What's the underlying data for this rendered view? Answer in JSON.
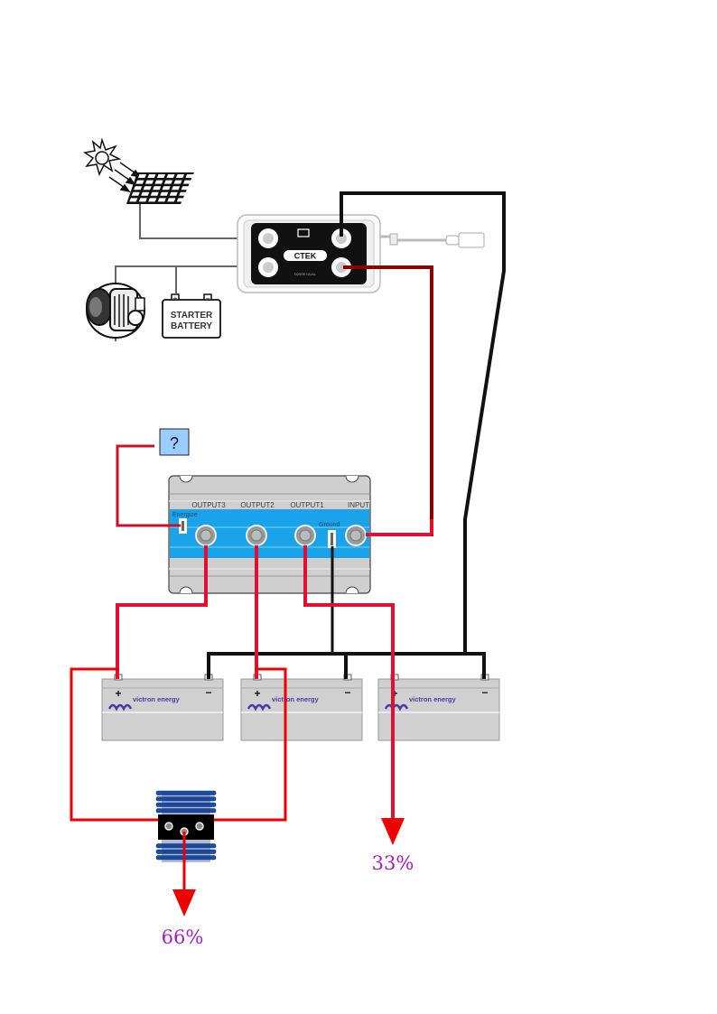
{
  "diagram": {
    "title": "Dual battery charging wiring: CTEK D250S Dual + Victron Argo isolator",
    "sources": {
      "solar_panel": "solar-panel",
      "sun": "sun",
      "alternator": "alternator",
      "starter_battery_line1": "STARTER",
      "starter_battery_line2": "BATTERY"
    },
    "charger": {
      "brand_label": "CTEK",
      "model_label": "D250S DUAL"
    },
    "isolator": {
      "labels": {
        "output3": "OUTPUT3",
        "output2": "OUTPUT2",
        "output1": "OUTPUT1",
        "input": "INPUT",
        "energize": "Energize",
        "ground": "Ground"
      }
    },
    "unknown_box": "?",
    "batteries": [
      {
        "brand": "victron energy",
        "plus": "+",
        "minus": "−"
      },
      {
        "brand": "victron energy",
        "plus": "+",
        "minus": "−"
      },
      {
        "brand": "victron energy",
        "plus": "+",
        "minus": "−"
      }
    ],
    "outputs": {
      "combiner_percent": "66%",
      "direct_percent": "33%"
    },
    "colors": {
      "red_wire": "#e0102e",
      "dark_red_wire": "#8b0000",
      "black_wire": "#111111",
      "isolator_blue": "#1aa3e8",
      "isolator_gray": "#c8c8c8",
      "battery_gray": "#d0d0d0",
      "victron_purple": "#4a3aa8",
      "percent_purple": "#a020c0",
      "question_box": "#99ccff",
      "arrow_red": "#ee0000"
    }
  }
}
